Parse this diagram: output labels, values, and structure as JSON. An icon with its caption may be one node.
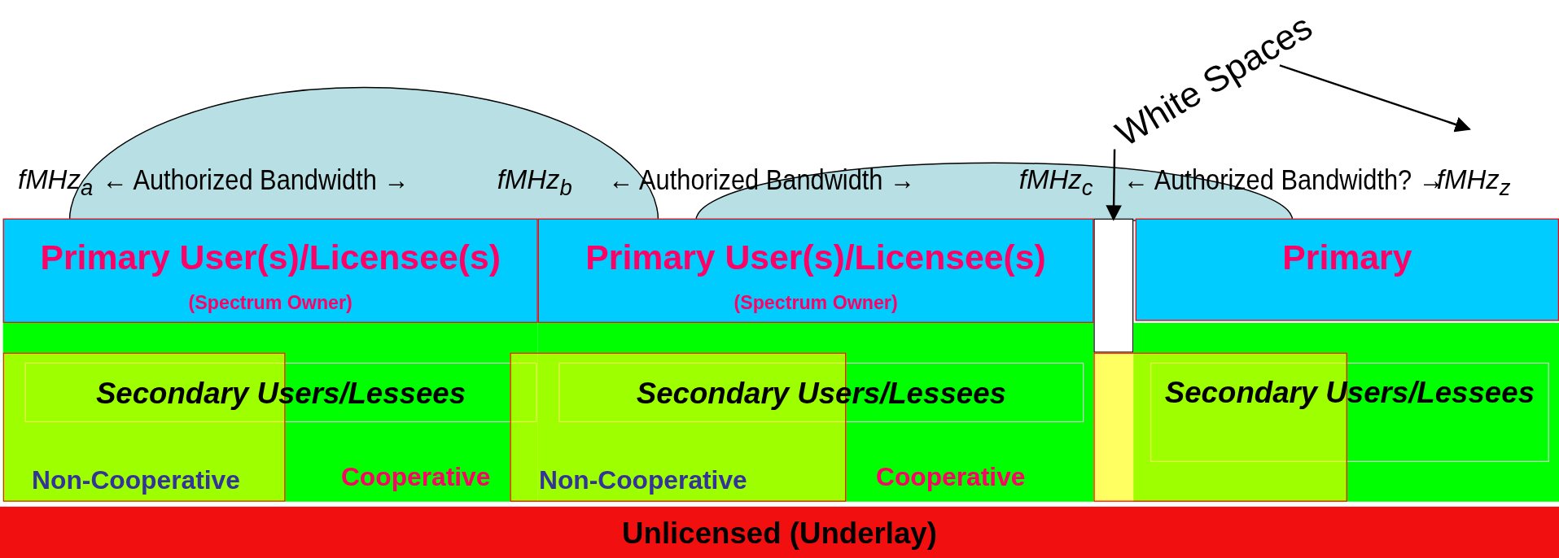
{
  "diagram": {
    "nodes": [
      {
        "text": [
          "Primary User(s)/Licensee(s)",
          "(Spectrum Owner)"
        ]
      },
      {
        "text": [
          "Cooperative"
        ]
      },
      {
        "text": [
          "Secondary Users/Lessees"
        ],
        "in": 1
      },
      {
        "text": [
          "Non-Cooperative"
        ],
        "in": 1
      },
      {
        "text": [
          "Primary User(s)/Licensee(s)",
          "(Spectrum Owner)"
        ]
      },
      {
        "text": [
          "Cooperative"
        ]
      },
      {
        "text": [
          "Secondary Users/Lessees"
        ],
        "in": 5
      },
      {
        "text": [
          "Non-Cooperative"
        ]
      },
      {
        "text": [],
        "shape": "box"
      },
      {
        "text": [
          "Primary"
        ]
      },
      {
        "text": [],
        "shape": "box"
      },
      {
        "text": [
          "Secondary Users/Lessees"
        ],
        "in": 10
      },
      {
        "text": [],
        "shape": "box"
      },
      {
        "text": [
          "Unlicensed (Underlay)"
        ]
      },
      {
        "text": [
          "White Spaces"
        ]
      }
    ],
    "edges": [
      {
        "from": 14,
        "to": 8,
        "arrow": "to"
      },
      {
        "from": 14,
        "to": null,
        "arrow": "to"
      }
    ],
    "labels": [
      "fMHz$_{a}$",
      "← Authorized Bandwidth →",
      "fMHz$_{b}$",
      "← Authorized Bandwidth →",
      "fMHz$_{c}$",
      "← Authorized Bandwidth? →",
      "fMHz$_{z}$"
    ]
  }
}
